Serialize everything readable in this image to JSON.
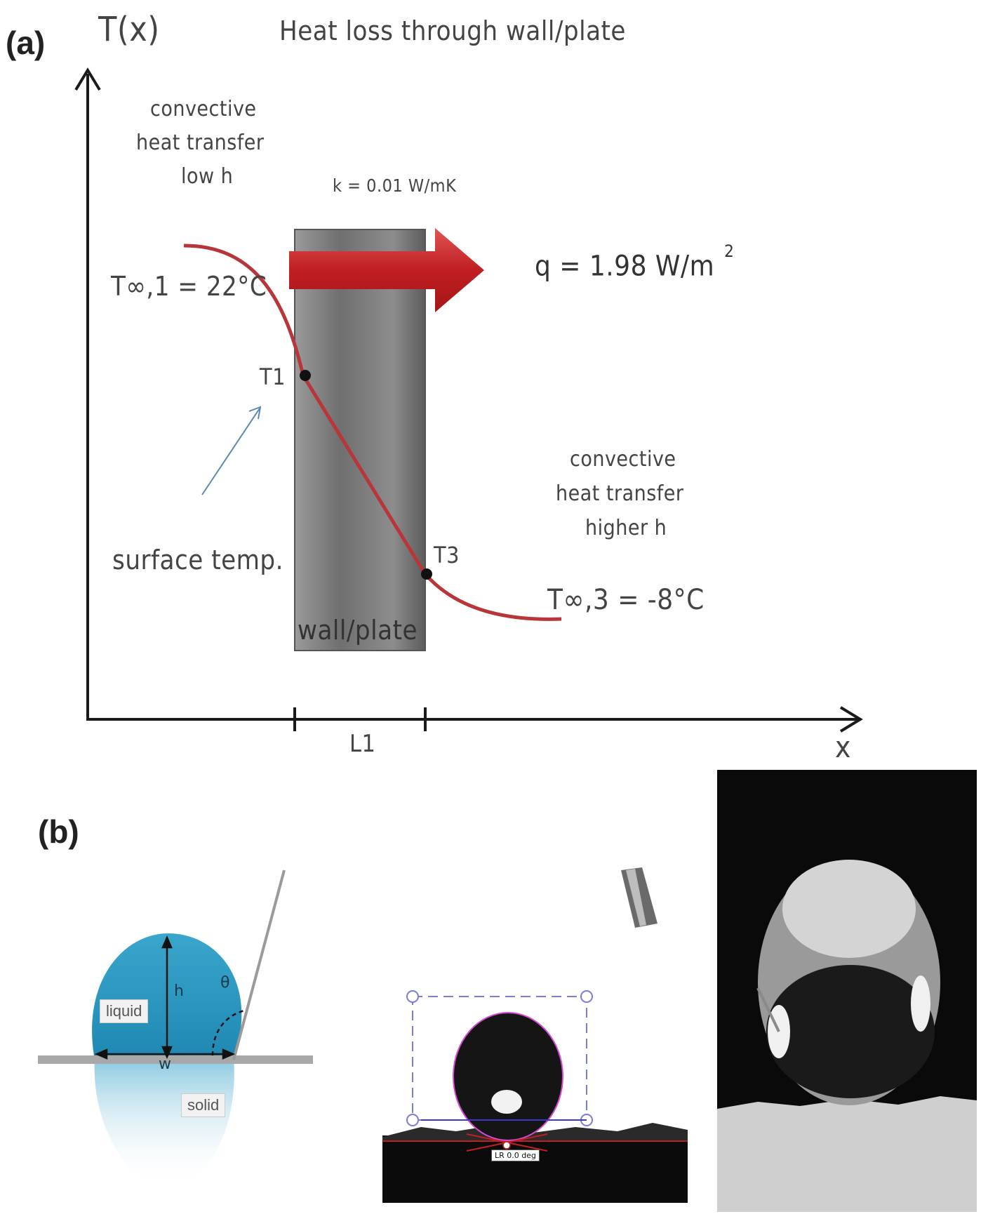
{
  "panel_a": {
    "label": "(a)",
    "title": "Heat loss through wall/plate",
    "y_axis_label": "T(x)",
    "x_axis_label": "x",
    "length_label": "L1",
    "left_note": [
      "convective",
      "heat transfer",
      "low h"
    ],
    "right_note": [
      "convective",
      "heat transfer",
      "higher h"
    ],
    "conductivity": "k = 0.01 W/mK",
    "flux": "q = 1.98 W/m",
    "flux_exponent": "2",
    "t_inf_1": "T∞,1 = 22°C",
    "t_inf_3": "T∞,3 = -8°C",
    "t1": "T1",
    "t3": "T3",
    "surface_temp": "surface temp.",
    "wall_label": "wall/plate",
    "colors": {
      "curve": "#b8363a",
      "arrow": "#c8282a",
      "wall": "#8a8a8a",
      "pointer": "#5b86b5"
    }
  },
  "panel_b": {
    "label": "(b)",
    "schematic": {
      "liquid_label": "liquid",
      "solid_label": "solid",
      "height_label": "h",
      "width_label": "w",
      "angle_label": "θ",
      "colors": {
        "droplet": "#2a98bf",
        "surface": "#a8a8a8"
      }
    },
    "goniometer_readout": "LR 0.0 deg"
  }
}
